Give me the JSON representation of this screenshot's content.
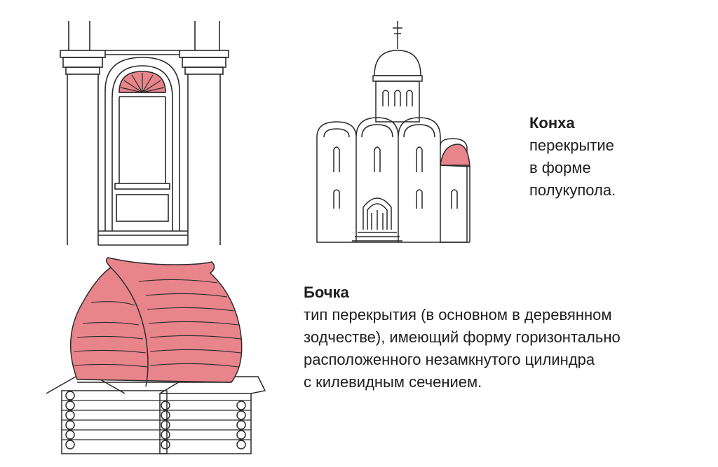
{
  "terms": {
    "koncha": {
      "title": "Конха",
      "definition": "перекрытие\nв форме\nполукупола."
    },
    "bochka": {
      "title": "Бочка",
      "definition": "тип перекрытия (в основном в деревянном\nзодчестве), имеющий форму горизонтально\nрасположенного незамкнутого цилиндра\nс килевидным сечением."
    }
  },
  "colors": {
    "highlight": "#e8858b",
    "line": "#2a2a2a",
    "background": "#ffffff"
  }
}
